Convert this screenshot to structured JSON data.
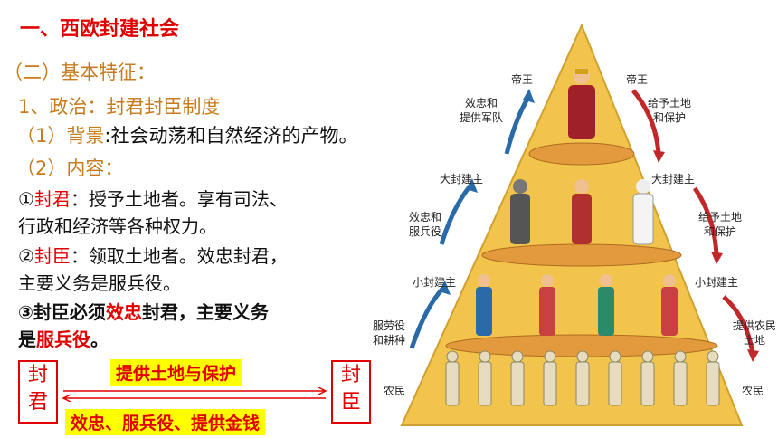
{
  "title": "一、西欧封建社会",
  "section": "（二）基本特征：",
  "subsection": "1、政治：封君封臣制度",
  "background": {
    "label": "（1）背景",
    "text": ":社会动荡和自然经济的产物。"
  },
  "content_label": "（2）内容：",
  "lord": {
    "prefix": "①",
    "term": "封君",
    "line1": "：授予土地者。享有司法、",
    "line2": "行政和经济等各种权力。"
  },
  "vassal": {
    "prefix": "②",
    "term": "封臣",
    "line1": "：领取土地者。效忠封君，",
    "line2": "主要义务是服兵役。"
  },
  "duty": {
    "part1": "③封臣必须",
    "red1": "效忠",
    "part2": "封君，主要义务",
    "part3": "是",
    "red2": "服兵役",
    "part4": "。"
  },
  "diagram": {
    "left_box": [
      "封",
      "君"
    ],
    "right_box": [
      "封",
      "臣"
    ],
    "top_label": "提供土地与保护",
    "bottom_label": "效忠、服兵役、提供金钱"
  },
  "pyramid": {
    "left_labels": [
      "帝王",
      "大封建主",
      "小封建主",
      "农民"
    ],
    "right_labels": [
      "帝王",
      "大封建主",
      "小封建主",
      "农民"
    ],
    "up_notes": [
      [
        "效忠和",
        "提供军队"
      ],
      [
        "效忠和",
        "服兵役"
      ],
      [
        "服劳役",
        "和耕种"
      ]
    ],
    "down_notes": [
      [
        "给予土地",
        "和保护"
      ],
      [
        "给予土地",
        "和保护"
      ],
      [
        "提供农民",
        "土地"
      ]
    ]
  },
  "colors": {
    "red": "#e00000",
    "orange": "#c87b1c",
    "highlight": "#ffff00",
    "pyramid": "#f2c44c"
  }
}
